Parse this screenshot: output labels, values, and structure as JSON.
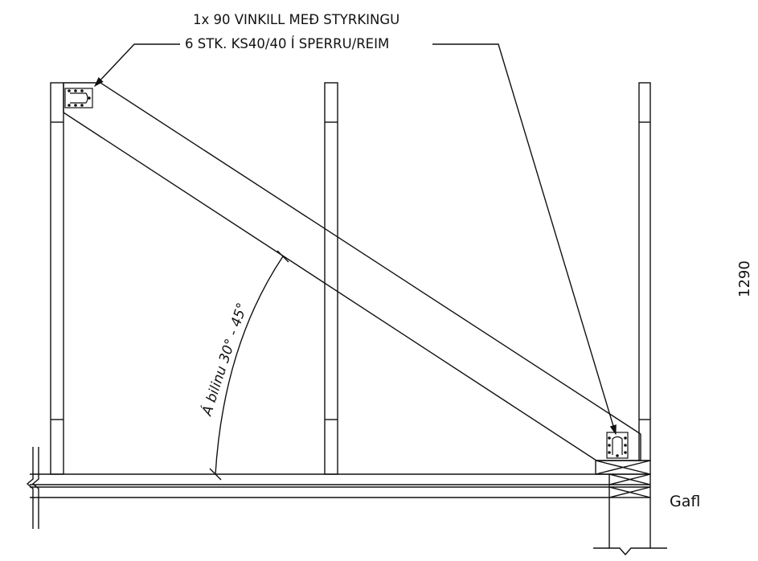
{
  "annotation": {
    "line1": "1x 90 VINKILL MEÐ STYRKINGU",
    "line2": "6 STK. KS40/40 Í SPERRU/REIM"
  },
  "angle_label": "Á bilinu 30° - 45°",
  "dimension_label": "1290",
  "section_label": "Gafl"
}
